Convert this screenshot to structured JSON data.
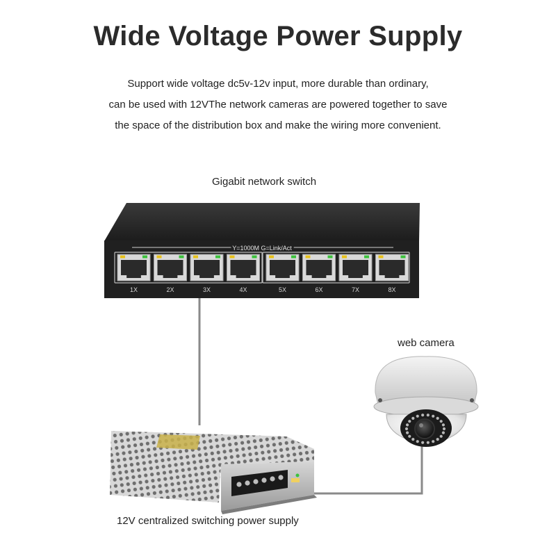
{
  "header": {
    "title": "Wide Voltage Power Supply",
    "description_lines": [
      "Support wide voltage dc5v-12v input, more durable than ordinary,",
      "can be used with 12VThe network cameras are powered together to save",
      "the space of the distribution box and make the wiring more convenient."
    ]
  },
  "diagram": {
    "switch": {
      "label": "Gigabit network switch",
      "panel_legend": "Y=1000M  G=Link/Act",
      "ports": [
        "1X",
        "2X",
        "3X",
        "4X",
        "5X",
        "6X",
        "7X",
        "8X"
      ]
    },
    "camera": {
      "label": "web camera"
    },
    "power_supply": {
      "label": "12V centralized switching power supply"
    }
  },
  "colors": {
    "switch_body": "#202020",
    "led_yellow": "#e8c21a",
    "led_green": "#3cc23c",
    "cable": "#8a8a8a"
  }
}
